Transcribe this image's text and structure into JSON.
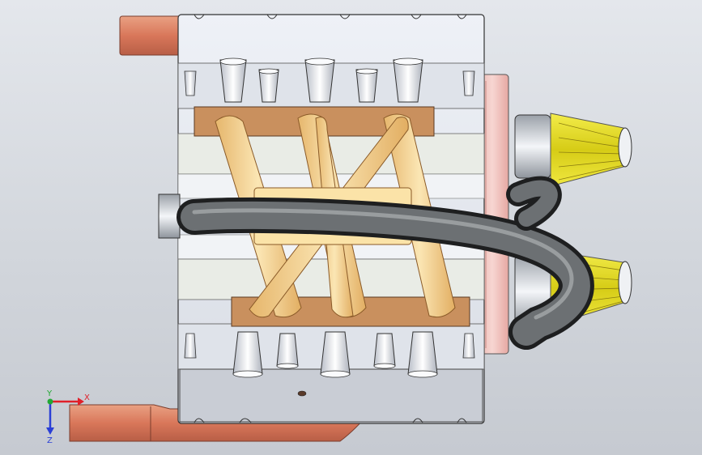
{
  "viewport": {
    "background_top": "#e4e7ec",
    "background_bottom": "#c6cad1"
  },
  "triad": {
    "x_label": "X",
    "y_label": "Y",
    "z_label": "Z",
    "x_color": "#e0202a",
    "y_color": "#22a833",
    "z_color": "#2a3fd6"
  },
  "model": {
    "block_color": "#e8ebf2",
    "block_dark": "#c8ccd4",
    "copper_color": "#d9836a",
    "rail_color": "#c9905e",
    "runner_color": "#f3d28c",
    "hose_color": "#4a4d4f",
    "filter_color": "#e4dc22",
    "belt_cover_color": "#f0c8c4"
  }
}
